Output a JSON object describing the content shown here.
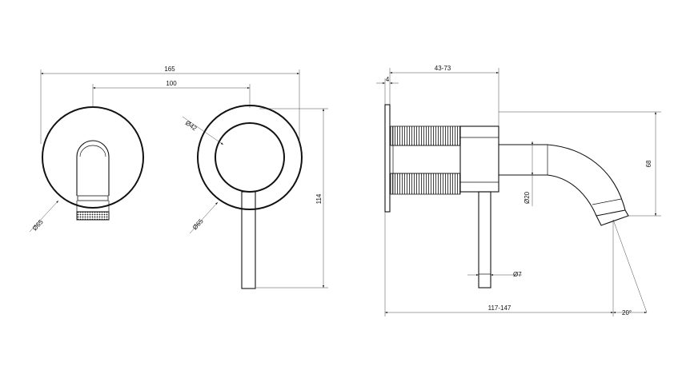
{
  "front_view": {
    "dim_overall_width": "165",
    "dim_centers": "100",
    "dim_spout_rosette_dia": "Ø65",
    "dim_lever_rosette_dia": "Ø65",
    "dim_lever_knob_dia": "Ø42",
    "dim_height": "114"
  },
  "side_view": {
    "dim_plate_thickness": "4",
    "dim_body_depth": "43-73",
    "dim_spout_height": "68",
    "dim_spout_dia": "Ø20",
    "dim_lever_dia": "Ø7",
    "dim_total_length": "117-147",
    "dim_outlet_angle": "20°"
  },
  "colors": {
    "line": "#111111",
    "background": "#ffffff"
  }
}
